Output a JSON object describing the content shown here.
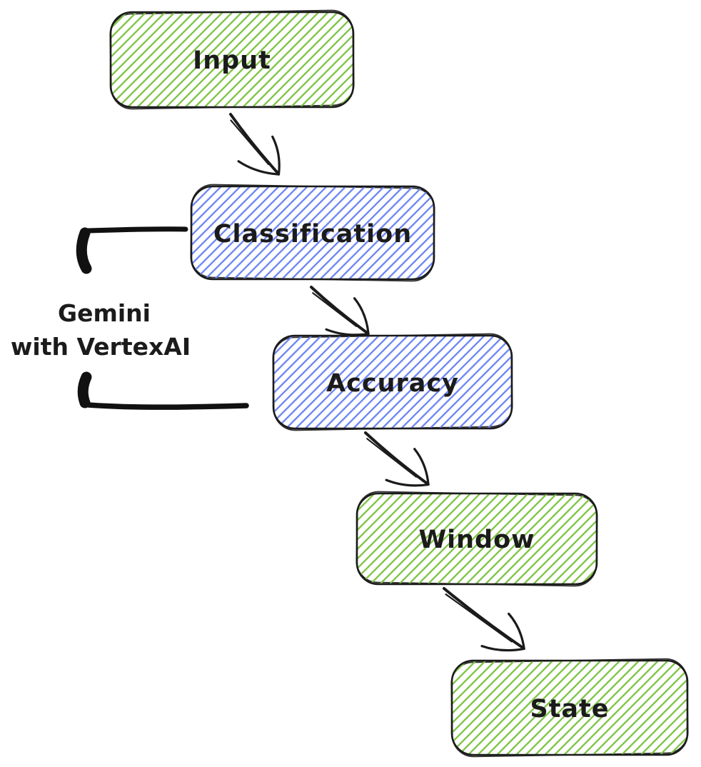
{
  "diagram": {
    "nodes": [
      {
        "id": "input",
        "label": "Input",
        "color": "green"
      },
      {
        "id": "classification",
        "label": "Classification",
        "color": "blue"
      },
      {
        "id": "accuracy",
        "label": "Accuracy",
        "color": "blue"
      },
      {
        "id": "window",
        "label": "Window",
        "color": "green"
      },
      {
        "id": "state",
        "label": "State",
        "color": "green"
      }
    ],
    "edges": [
      {
        "from": "Input",
        "to": "Classification"
      },
      {
        "from": "Classification",
        "to": "Accuracy"
      },
      {
        "from": "Accuracy",
        "to": "Window"
      },
      {
        "from": "Window",
        "to": "State"
      }
    ],
    "annotation": {
      "line1": "Gemini",
      "line2": "with VertexAI",
      "applies_to": [
        "Classification",
        "Accuracy"
      ]
    },
    "colors": {
      "green_hatch": "#7dc242",
      "blue_hatch": "#6b83f2",
      "ink": "#1b1b1b",
      "background": "#ffffff"
    }
  }
}
